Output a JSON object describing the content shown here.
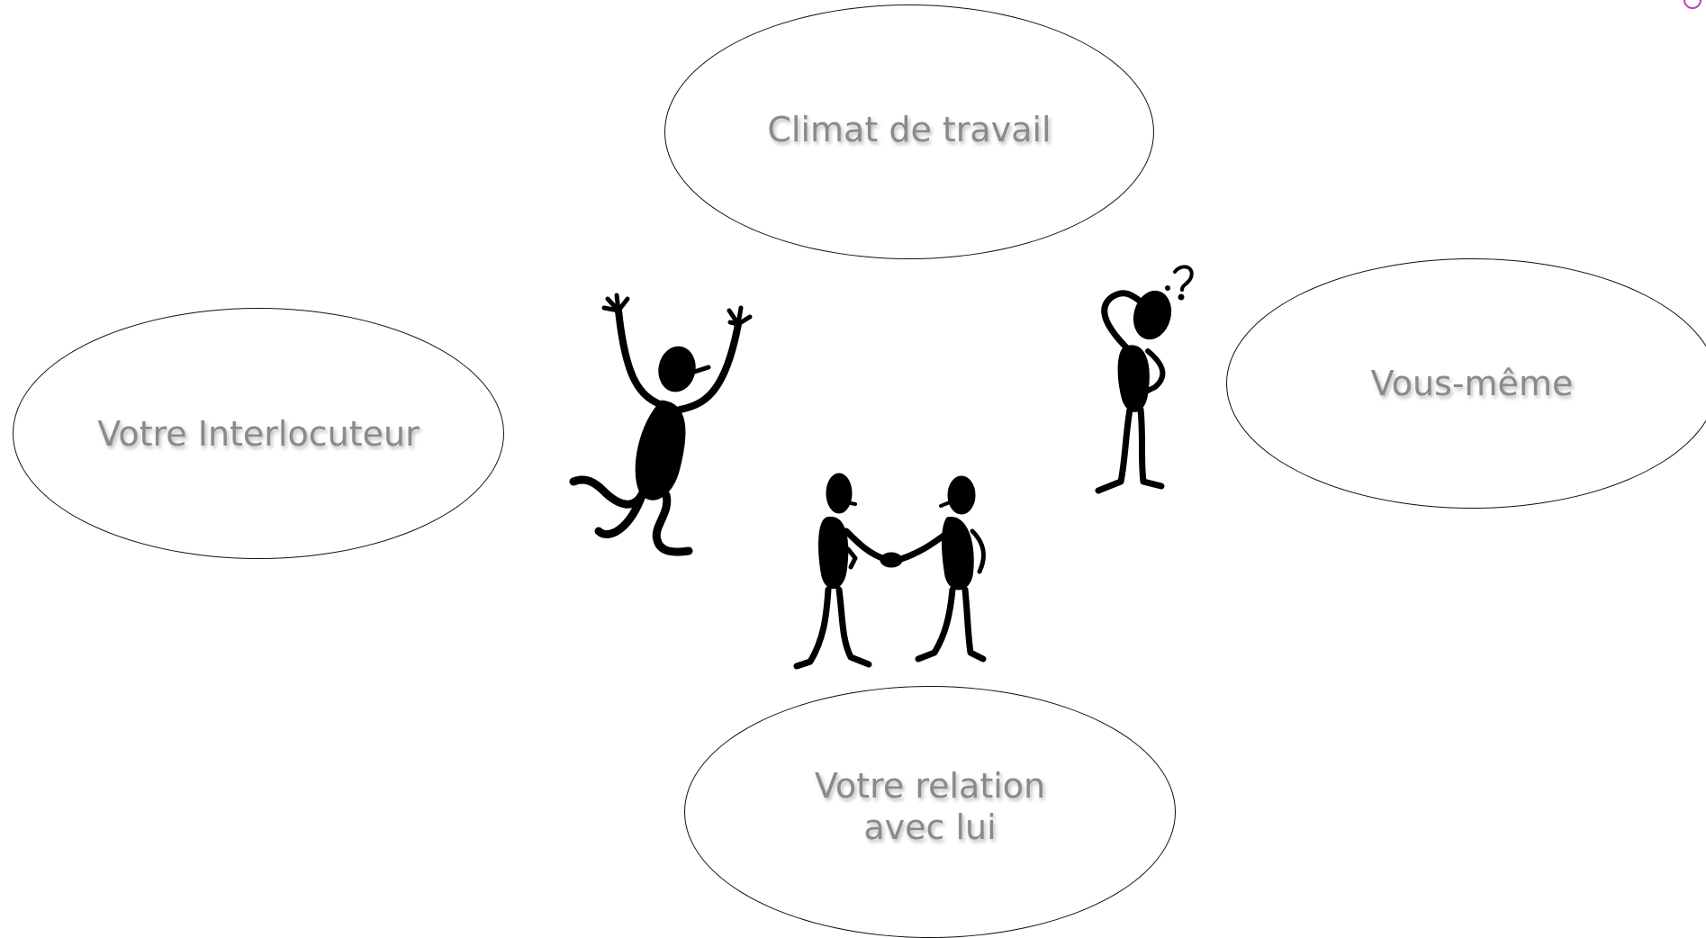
{
  "diagram": {
    "nodes": [
      {
        "id": "climat",
        "label": "Climat de travail"
      },
      {
        "id": "interlocuteur",
        "label": "Votre Interlocuteur"
      },
      {
        "id": "vous",
        "label": "Vous-même"
      },
      {
        "id": "relation",
        "label": "Votre relation\navec lui"
      }
    ],
    "illustrations": [
      "jumping-figure",
      "handshake-figures",
      "thinking-figure"
    ],
    "colors": {
      "text": "#8a8a8a",
      "outline": "#111111",
      "figures": "#000000",
      "corner_accent": "#c040c0"
    }
  }
}
